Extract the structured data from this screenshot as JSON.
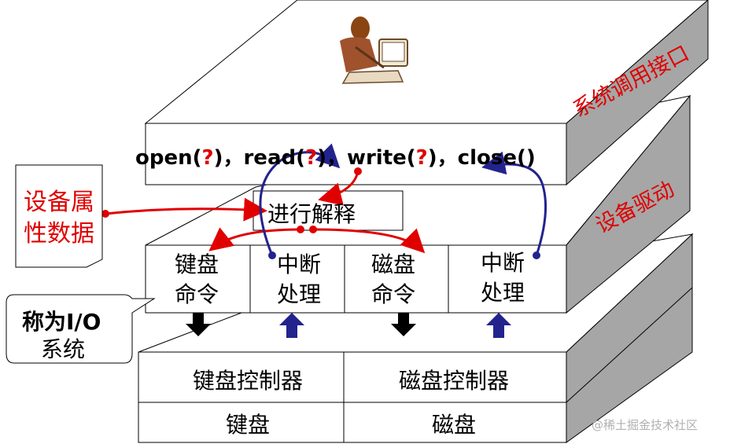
{
  "layers": {
    "syscall_label": "系统调用接口",
    "driver_label": "设备驱动"
  },
  "syscall": {
    "open": "open(",
    "q1": "?",
    "sep1": ")，",
    "read": "read(",
    "q2": "?",
    "sep2": ")，",
    "write": "write(",
    "q3": "?",
    "sep3": ")，",
    "close": "close()"
  },
  "interpret_box": "进行解释",
  "device_attr_note": [
    "设备属",
    "性数据"
  ],
  "io_note": [
    "称为I/O",
    "系统"
  ],
  "driver_cells": [
    {
      "line1": "键盘",
      "line2": "命令"
    },
    {
      "line1": "中断",
      "line2": "处理"
    },
    {
      "line1": "磁盘",
      "line2": "命令"
    },
    {
      "line1": "中断",
      "line2": "处理"
    }
  ],
  "controllers": [
    "键盘控制器",
    "磁盘控制器"
  ],
  "devices": [
    "键盘",
    "磁盘"
  ],
  "watermark": "@稀土掘金技术社区",
  "colors": {
    "accent_red": "#e00000",
    "arrow_blue": "#23238e",
    "side_gray": "#a6a6a6",
    "top_gray": "#d4d4d4"
  }
}
